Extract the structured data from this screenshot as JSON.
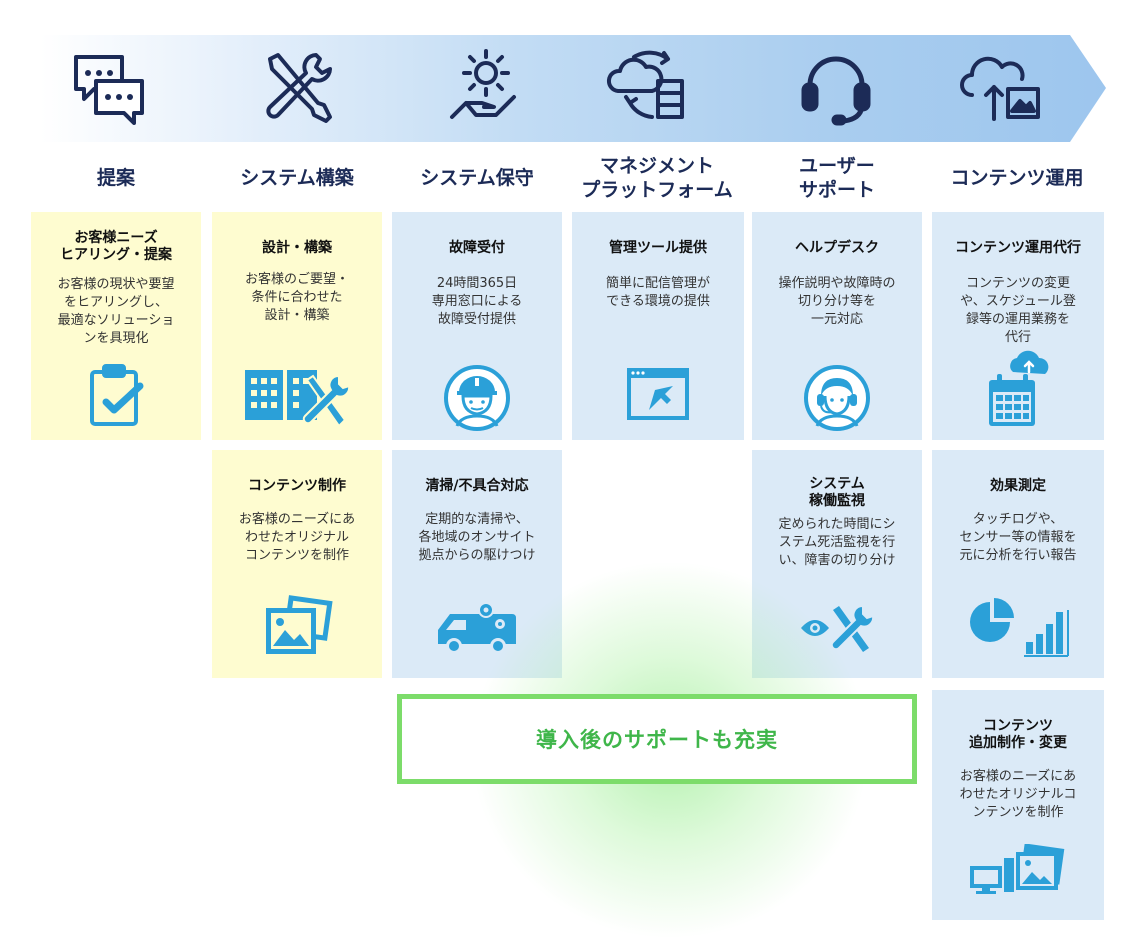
{
  "phases": [
    {
      "label": "提案",
      "icon": "chat-bubbles-icon"
    },
    {
      "label": "システム構築",
      "icon": "tools-icon"
    },
    {
      "label": "システム保守",
      "icon": "gear-hand-icon"
    },
    {
      "label": "マネジメント\nプラットフォーム",
      "icon": "cloud-server-icon"
    },
    {
      "label": "ユーザー\nサポート",
      "icon": "headset-icon"
    },
    {
      "label": "コンテンツ運用",
      "icon": "cloud-image-icon"
    }
  ],
  "cards": {
    "hearing": {
      "title": "お客様ニーズ\nヒアリング・提案",
      "desc": "お客様の現状や要望\nをヒアリングし、\n最適なソリューショ\nンを具現化",
      "icon": "clipboard-check-icon"
    },
    "design": {
      "title": "設計・構築",
      "desc": "お客様のご要望・\n条件に合わせた\n設計・構築",
      "icon": "building-wrench-icon"
    },
    "fault": {
      "title": "故障受付",
      "desc": "24時間365日\n専用窓口による\n故障受付提供",
      "icon": "technician-icon"
    },
    "mgmt": {
      "title": "管理ツール提供",
      "desc": "簡単に配信管理が\nできる環境の提供",
      "icon": "browser-cursor-icon"
    },
    "helpdesk": {
      "title": "ヘルプデスク",
      "desc": "操作説明や故障時の\n切り分け等を\n一元対応",
      "icon": "operator-icon"
    },
    "content_ops": {
      "title": "コンテンツ運用代行",
      "desc": "コンテンツの変更\nや、スケジュール登\n録等の運用業務を\n代行",
      "icon": "calendar-cloud-icon"
    },
    "content_make": {
      "title": "コンテンツ制作",
      "desc": "お客様のニーズにあ\nわせたオリジナル\nコンテンツを制作",
      "icon": "photos-icon"
    },
    "cleaning": {
      "title": "清掃/不具合対応",
      "desc": "定期的な清掃や、\n各地域のオンサイト\n拠点からの駆けつけ",
      "icon": "van-gear-icon"
    },
    "monitor": {
      "title": "システム\n稼働監視",
      "desc": "定められた時間にシ\nステム死活監視を行\nい、障害の切り分け",
      "icon": "eye-tools-icon"
    },
    "effect": {
      "title": "効果測定",
      "desc": "タッチログや、\nセンサー等の情報を\n元に分析を行い報告",
      "icon": "pie-bar-chart-icon"
    },
    "add_content": {
      "title": "コンテンツ\n追加制作・変更",
      "desc": "お客様のニーズにあ\nわせたオリジナルコ\nンテンツを制作",
      "icon": "monitor-photos-icon"
    }
  },
  "support_banner": "導入後のサポートも充実",
  "colors": {
    "navy": "#1c2b57",
    "icon_blue": "#2ba0d8",
    "green": "#3fb64a",
    "card_blue": "#dbeaf7",
    "card_yellow": "#fefcd0"
  }
}
